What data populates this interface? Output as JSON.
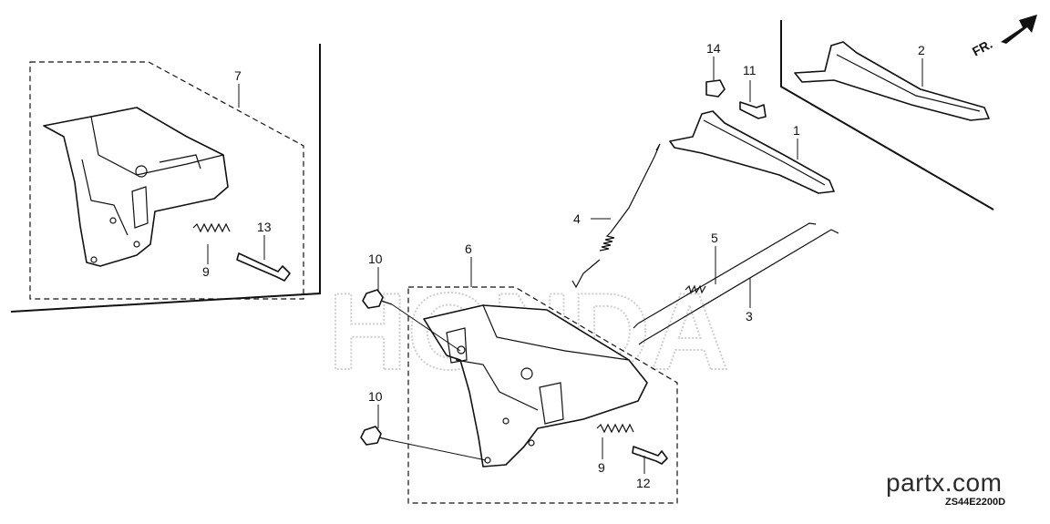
{
  "diagram": {
    "callouts": {
      "c1": "1",
      "c2": "2",
      "c3": "3",
      "c4": "4",
      "c5": "5",
      "c6": "6",
      "c7": "7",
      "c9a": "9",
      "c9b": "9",
      "c10a": "10",
      "c10b": "10",
      "c11": "11",
      "c12": "12",
      "c13": "13",
      "c14": "14"
    },
    "direction_label": "FR.",
    "watermark": "HONDA"
  },
  "footer": {
    "brand": "partx.com",
    "diagram_code": "ZS44E2200D"
  },
  "icons": {
    "direction": "front-direction-arrow-icon"
  }
}
